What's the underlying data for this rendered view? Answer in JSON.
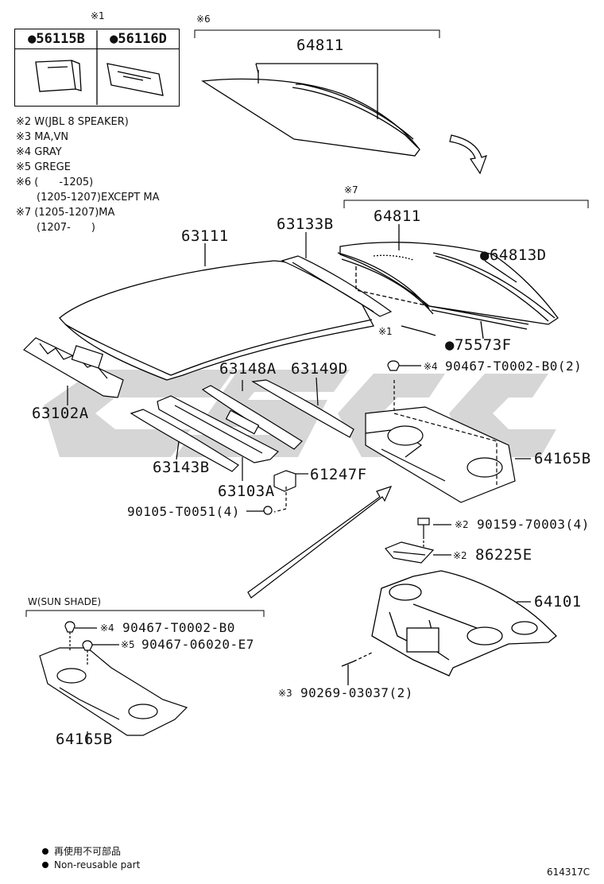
{
  "table": {
    "mark": "※1",
    "cells": [
      {
        "part": "●56115B"
      },
      {
        "part": "●56116D"
      }
    ]
  },
  "notes": [
    "※2 W(JBL 8 SPEAKER)",
    "※3 MA,VN",
    "※4 GRAY",
    "※5 GREGE",
    "※6 (　　-1205)",
    "　　(1205-1207)EXCEPT MA",
    "※7 (1205-1207)MA",
    "　　(1207-　　)"
  ],
  "groups": {
    "g6": "※6",
    "g7": "※7",
    "sunshade": "W(SUN SHADE)"
  },
  "parts": {
    "p64811a": "64811",
    "p64811b": "64811",
    "p63111": "63111",
    "p63133B": "63133B",
    "p64813D": "●64813D",
    "p1mark": "※1",
    "p75573F": "●75573F",
    "p63102A": "63102A",
    "p63148A": "63148A",
    "p63149D": "63149D",
    "p9046704": "※4",
    "p90467a": "90467-T0002-B0(2)",
    "p64165Ba": "64165B",
    "p63143B": "63143B",
    "p63103A": "63103A",
    "p61247F": "61247F",
    "p90105": "90105-T0051(4)",
    "p2a": "※2",
    "p90159": "90159-70003(4)",
    "p2b": "※2",
    "p86225E": "86225E",
    "p64101": "64101",
    "p4b": "※4",
    "p90467b": "90467-T0002-B0",
    "p5": "※5",
    "p90467c": "90467-06020-E7",
    "p64165Bb": "64165B",
    "p3": "※3",
    "p90269": "90269-03037(2)"
  },
  "legend": [
    "再使用不可部品",
    "Non-reusable part"
  ],
  "figure_id": "614317C"
}
